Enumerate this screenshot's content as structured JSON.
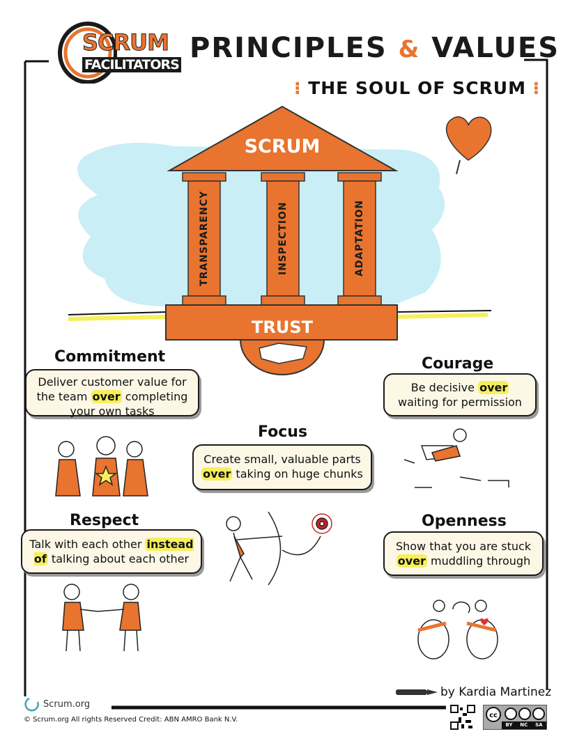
{
  "logo": {
    "line1": "SCRUM",
    "line2": "FACILITATORS"
  },
  "header": {
    "title_part1": "PRINCIPLES",
    "title_amp": "&",
    "title_part2": "VALUES",
    "subtitle": "THE SOUL OF SCRUM"
  },
  "temple": {
    "roof_label": "SCRUM",
    "pillars": [
      "TRANSPARENCY",
      "INSPECTION",
      "ADAPTATION"
    ],
    "base_label": "TRUST"
  },
  "values": {
    "commitment": {
      "title": "Commitment",
      "text_before": "Deliver customer value for the team ",
      "highlight": "over",
      "text_after": " completing your own tasks"
    },
    "courage": {
      "title": "Courage",
      "text_before": "Be decisive ",
      "highlight": "over",
      "text_after": " waiting for permission"
    },
    "focus": {
      "title": "Focus",
      "text_before": "Create small, valuable parts ",
      "highlight": "over",
      "text_after": " taking on huge chunks"
    },
    "respect": {
      "title": "Respect",
      "text_before": "Talk with each other ",
      "highlight": "instead of",
      "text_after": " talking about each other"
    },
    "openness": {
      "title": "Openness",
      "text_before": "Show that you are stuck ",
      "highlight": "over",
      "text_after": " muddling through"
    }
  },
  "footer": {
    "author": "by Kardia Martinez",
    "brand": "Scrum.org",
    "copyright": "© Scrum.org All rights Reserved Credit: ABN AMRO Bank N.V.",
    "license_labels": [
      "BY",
      "NC",
      "SA"
    ],
    "license_cc": "cc"
  },
  "colors": {
    "accent": "#e8742f",
    "sky": "#c9eef6",
    "highlight": "#f6ef5b",
    "bubble": "#fdf7e6"
  }
}
